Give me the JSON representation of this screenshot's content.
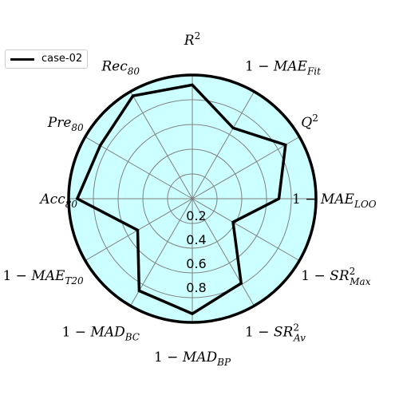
{
  "chart_data": {
    "type": "radar",
    "axes": [
      {
        "base": "R",
        "sup": "2",
        "sub": "",
        "prefix": ""
      },
      {
        "base": "MAE",
        "sup": "",
        "sub": "Fit",
        "prefix": "1 − "
      },
      {
        "base": "Q",
        "sup": "2",
        "sub": "",
        "prefix": ""
      },
      {
        "base": "MAE",
        "sup": "",
        "sub": "LOO",
        "prefix": "1 − "
      },
      {
        "base": "SR",
        "sup": "2",
        "sub": "Max",
        "prefix": "1 − "
      },
      {
        "base": "SR",
        "sup": "2",
        "sub": "Av",
        "prefix": "1 − "
      },
      {
        "base": "MAD",
        "sup": "",
        "sub": "BP",
        "prefix": "1 − "
      },
      {
        "base": "MAD",
        "sup": "",
        "sub": "BC",
        "prefix": "1 − "
      },
      {
        "base": "MAE",
        "sup": "",
        "sub": "T20",
        "prefix": "1 − "
      },
      {
        "base": "Acc",
        "sup": "",
        "sub": "80",
        "prefix": ""
      },
      {
        "base": "Pre",
        "sup": "",
        "sub": "80",
        "prefix": ""
      },
      {
        "base": "Rec",
        "sup": "",
        "sub": "80",
        "prefix": ""
      }
    ],
    "series": [
      {
        "name": "case-02",
        "values": [
          0.92,
          0.66,
          0.87,
          0.7,
          0.38,
          0.79,
          0.93,
          0.86,
          0.51,
          0.93,
          0.86,
          0.96
        ]
      }
    ],
    "rlim": [
      0,
      1
    ],
    "radial_ticks": [
      "0.2",
      "0.4",
      "0.6",
      "0.8"
    ],
    "radial_tick_values": [
      0.2,
      0.4,
      0.6,
      0.8
    ],
    "grid": true,
    "legend_position": "top-left",
    "colors": {
      "fill": "#ccffff",
      "line": "#000000",
      "grid": "#808080"
    }
  }
}
